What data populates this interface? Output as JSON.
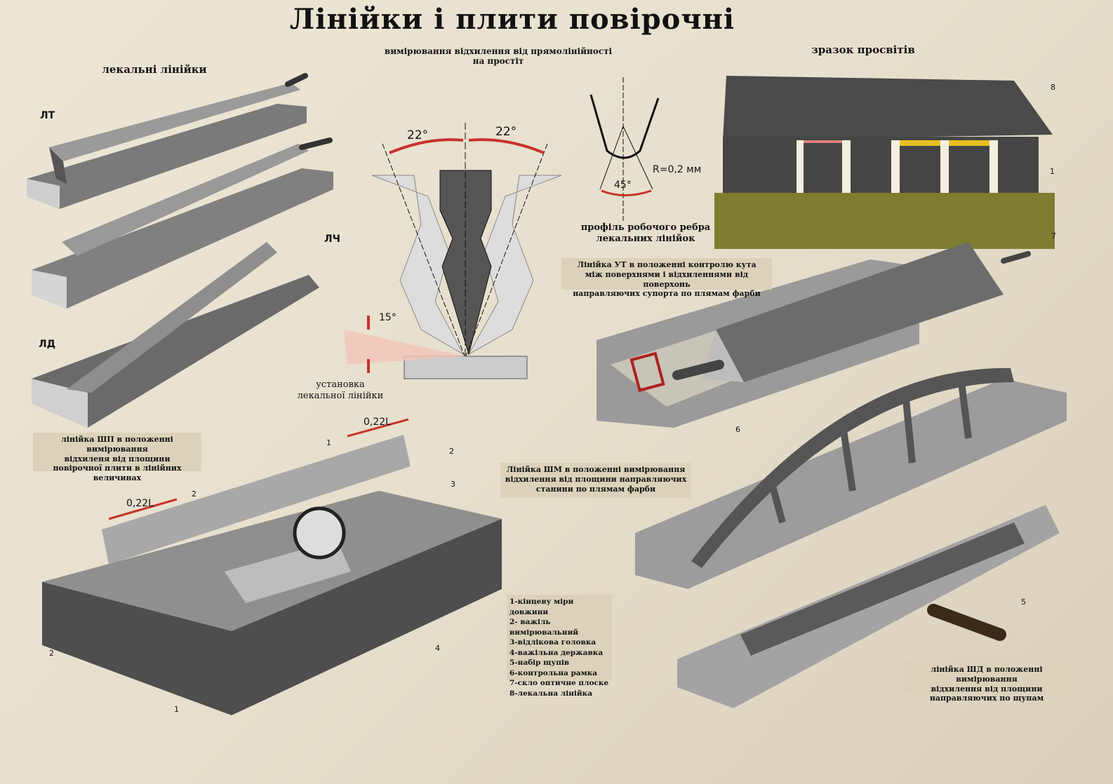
{
  "title": "Лінійки  і   плити   повірочні",
  "sections": {
    "pattern_rulers": "лекальні лінійки",
    "straightness": [
      "вимірювання відхилення від прямолінійності",
      "на простіт"
    ],
    "light_gap_sample": "зразок просвітів",
    "edge_profile": [
      "профіль робочого ребра",
      "лекальних лінійок"
    ],
    "ruler_setup": [
      "установка",
      "лекальної лінійки"
    ]
  },
  "ruler_labels": {
    "lt": "ЛТ",
    "lch": "ЛЧ",
    "ld": "ЛД"
  },
  "angle_labels": {
    "left": "22°",
    "right": "22°",
    "tilt": "15°",
    "profile_angle": "45°",
    "radius": "R=0,2 мм"
  },
  "dimension_labels": {
    "left": "0,22L",
    "right": "0,22L"
  },
  "captions": {
    "shp": [
      "лінійка ШП в положенні вимірювання",
      "відхиленя від площини",
      "повірочної плити в лінійних величинах"
    ],
    "ut": [
      "Лінійка УТ в положенні контролю кута",
      "між поверхнями і відхиленнями від поверхонь",
      "направляючих супорта по плямам фарби"
    ],
    "shm": [
      "Лінійка ШМ в положенні вимірювання",
      "відхилення від площини направляючих",
      "станини по плямам фарби"
    ],
    "shd": [
      "лінійка ШД в положенні вимірювання",
      "відхилення від площини",
      "направляючих  по щупам"
    ]
  },
  "legend": [
    "1-кінцеву міри довжини",
    "2- важіль вимірювальний",
    "3-відлікова головка",
    "4-важільна державка",
    "5-набір щупів",
    "6-контрольна рамка",
    "7-скло оптичне плоске",
    "8-лекальна лінійка"
  ],
  "callouts": [
    "1",
    "2",
    "3",
    "4",
    "5",
    "6",
    "7",
    "8",
    "1",
    "2",
    "1",
    "2"
  ],
  "colors": {
    "accent_red": "#c8322a",
    "paper": "#e9e3d3",
    "steel": "#5a5a5a",
    "optical_glass": "#8a8a3a"
  }
}
